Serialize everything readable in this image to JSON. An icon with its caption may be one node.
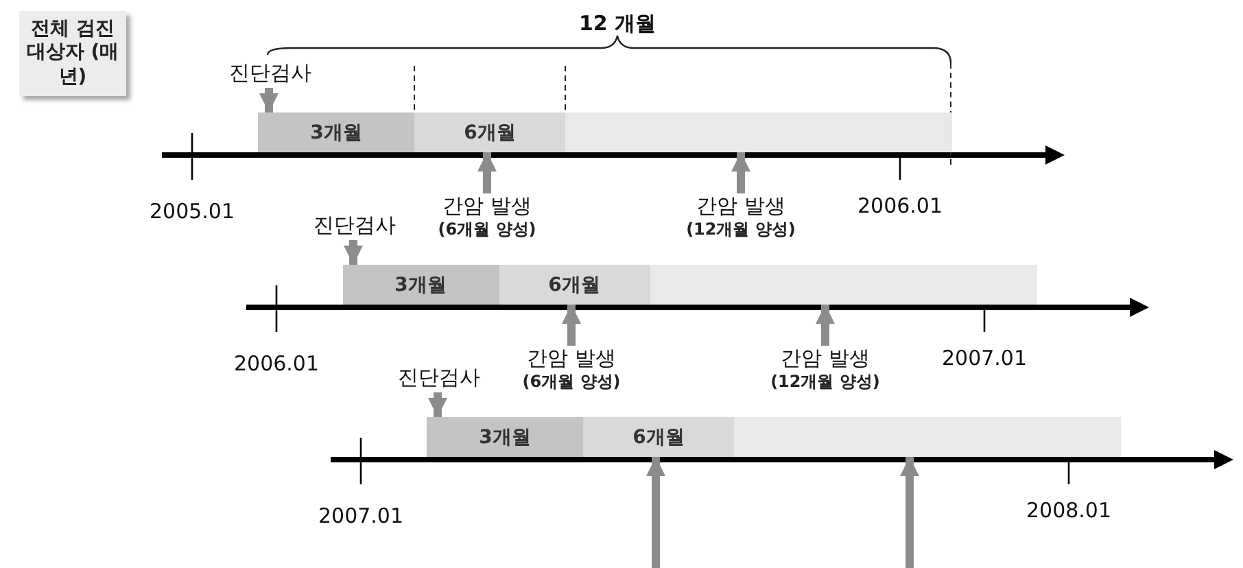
{
  "diagram": {
    "nodes": [
      {
        "text": [
          "전체 검진대상자 (매년)"
        ]
      },
      {
        "text": [
          "진단검사"
        ]
      },
      {
        "text": [
          "3개월"
        ]
      },
      {
        "text": [
          "6개월"
        ]
      },
      {
        "text": [],
        "shape": "bar"
      },
      {
        "text": [
          "간암 발생",
          "(6개월 양성)"
        ]
      },
      {
        "text": [
          "간암 발생",
          "(12개월 양성)"
        ]
      },
      {
        "text": [
          "진단검사"
        ]
      },
      {
        "text": [
          "3개월"
        ]
      },
      {
        "text": [
          "6개월"
        ]
      },
      {
        "text": [],
        "shape": "bar"
      },
      {
        "text": [
          "간암 발생",
          "(6개월 양성)"
        ]
      },
      {
        "text": [
          "간암 발생",
          "(12개월 양성)"
        ]
      },
      {
        "text": [
          "진단검사"
        ]
      },
      {
        "text": [
          "3개월"
        ]
      },
      {
        "text": [
          "6개월"
        ]
      },
      {
        "text": [],
        "shape": "bar"
      }
    ],
    "edges": [
      {
        "from": 1,
        "to": 2,
        "arrow": "to"
      },
      {
        "from": 5,
        "to": 3,
        "arrow": "to"
      },
      {
        "from": 6,
        "to": 4,
        "arrow": "to"
      },
      {
        "from": 7,
        "to": 8,
        "arrow": "to"
      },
      {
        "from": 11,
        "to": 9,
        "arrow": "to"
      },
      {
        "from": 12,
        "to": 10,
        "arrow": "to"
      },
      {
        "from": 13,
        "to": 14,
        "arrow": "to"
      },
      {
        "from": null,
        "to": 15,
        "arrow": "to"
      },
      {
        "from": null,
        "to": 16,
        "arrow": "to"
      }
    ],
    "labels": [
      "12 개월",
      "2005.01",
      "2006.01",
      "2006.01",
      "2007.01",
      "2007.01",
      "2008.01"
    ]
  }
}
